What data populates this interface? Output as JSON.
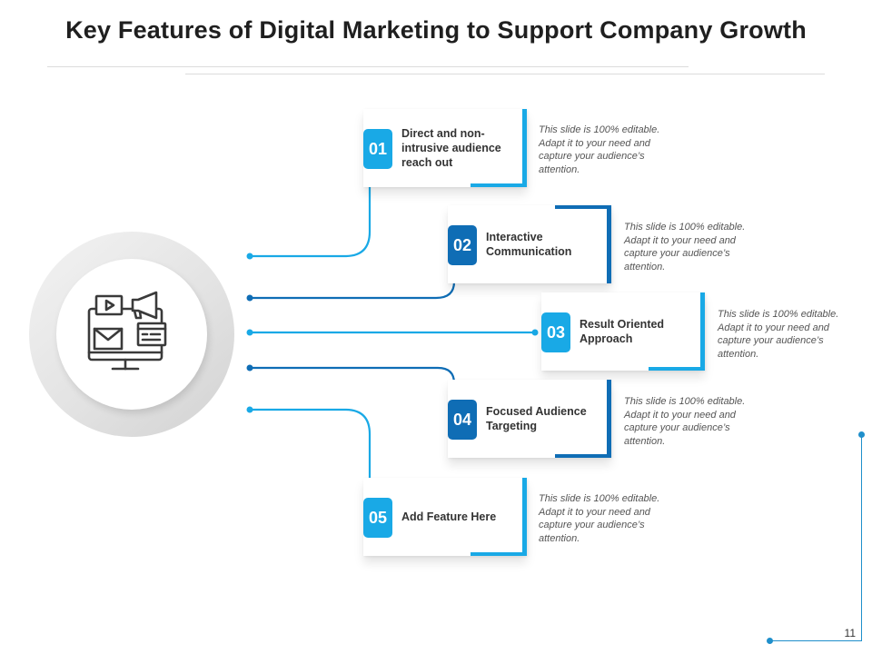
{
  "slide": {
    "title": "Key Features of Digital Marketing to Support Company Growth",
    "page_number": "11"
  },
  "colors": {
    "light_blue": "#19a9e6",
    "dark_blue": "#0f6db5",
    "ring_gray": "#e4e4e4",
    "text": "#333333"
  },
  "center_icon": "monitor-megaphone-email-video-icon",
  "features": [
    {
      "number": "01",
      "label": "Direct and non-intrusive audience reach out",
      "description": "This slide is 100% editable. Adapt it to your need and capture your audience’s attention.",
      "color": "light_blue"
    },
    {
      "number": "02",
      "label": "Interactive Communication",
      "description": "This slide is 100% editable. Adapt it to your need and capture your audience’s attention.",
      "color": "dark_blue"
    },
    {
      "number": "03",
      "label": "Result Oriented Approach",
      "description": "This slide is 100% editable. Adapt it to your need and capture your audience’s attention.",
      "color": "light_blue"
    },
    {
      "number": "04",
      "label": "Focused Audience Targeting",
      "description": "This slide is 100% editable. Adapt it to your need and capture your audience’s attention.",
      "color": "dark_blue"
    },
    {
      "number": "05",
      "label": "Add Feature Here",
      "description": "This slide is 100% editable. Adapt it to your need and capture your audience’s attention.",
      "color": "light_blue"
    }
  ]
}
